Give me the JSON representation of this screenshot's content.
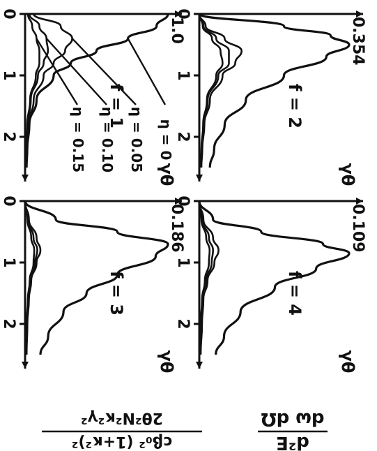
{
  "figure": {
    "ylabel_lines": [
      "d²E",
      "dω dΩ",
      "cβ₀² (1+κ²)²",
      "2θ²N²κ²γ²"
    ],
    "panels": [
      {
        "id": "f1",
        "label": "f = 1",
        "peak_label": "1.0",
        "x_axis_label": "γθ",
        "x_ticks": [
          "0",
          "1",
          "2"
        ],
        "eta_labels": [
          "η = 0",
          "η = 0.05",
          "η = 0.10",
          "η = 0.15"
        ]
      },
      {
        "id": "f2",
        "label": "f = 2",
        "peak_label": "0.354",
        "x_axis_label": "γθ",
        "x_ticks": [
          "0",
          "1",
          "2"
        ]
      },
      {
        "id": "f3",
        "label": "f = 3",
        "peak_label": "0.186",
        "x_axis_label": "γθ",
        "x_ticks": [
          "0",
          "1",
          "2"
        ]
      },
      {
        "id": "f4",
        "label": "f = 4",
        "peak_label": "0.109",
        "x_axis_label": "γθ",
        "x_ticks": [
          "0",
          "1",
          "2"
        ]
      }
    ]
  },
  "chart_data": [
    {
      "type": "line",
      "panel": "f=1",
      "xlabel": "γθ",
      "xlim": [
        0,
        2.5
      ],
      "ylim": [
        0,
        1.0
      ],
      "series": [
        {
          "name": "η = 0",
          "x": [
            0,
            0.2,
            0.4,
            0.6,
            0.8,
            1.0,
            1.4,
            1.8,
            2.2,
            2.5
          ],
          "y": [
            1.0,
            0.92,
            0.72,
            0.5,
            0.32,
            0.2,
            0.08,
            0.03,
            0.015,
            0.01
          ]
        },
        {
          "name": "η = 0.05",
          "x": [
            0,
            0.2,
            0.4,
            0.6,
            0.8,
            1.0,
            1.4,
            1.8,
            2.2,
            2.5
          ],
          "y": [
            0.06,
            0.25,
            0.33,
            0.28,
            0.2,
            0.13,
            0.06,
            0.025,
            0.012,
            0.008
          ]
        },
        {
          "name": "η = 0.10",
          "x": [
            0,
            0.2,
            0.4,
            0.6,
            0.8,
            1.0,
            1.4,
            1.8,
            2.2,
            2.5
          ],
          "y": [
            0.03,
            0.1,
            0.15,
            0.16,
            0.13,
            0.09,
            0.04,
            0.02,
            0.01,
            0.006
          ]
        },
        {
          "name": "η = 0.15",
          "x": [
            0,
            0.2,
            0.4,
            0.6,
            0.8,
            1.0,
            1.4,
            1.8,
            2.2,
            2.5
          ],
          "y": [
            0.02,
            0.05,
            0.08,
            0.1,
            0.1,
            0.075,
            0.035,
            0.015,
            0.008,
            0.005
          ]
        }
      ]
    },
    {
      "type": "line",
      "panel": "f=2",
      "xlabel": "γθ",
      "xlim": [
        0,
        2.5
      ],
      "ylim": [
        0,
        0.354
      ],
      "series": [
        {
          "name": "η = 0",
          "x": [
            0,
            0.2,
            0.35,
            0.5,
            0.7,
            1.0,
            1.4,
            1.8,
            2.2,
            2.5
          ],
          "y": [
            0.0,
            0.2,
            0.31,
            0.354,
            0.3,
            0.2,
            0.11,
            0.06,
            0.035,
            0.025
          ]
        },
        {
          "name": "η = 0.05",
          "x": [
            0,
            0.2,
            0.4,
            0.6,
            0.8,
            1.0,
            1.4,
            1.8,
            2.2,
            2.5
          ],
          "y": [
            0.0,
            0.015,
            0.06,
            0.1,
            0.085,
            0.055,
            0.025,
            0.012,
            0.007,
            0.005
          ]
        },
        {
          "name": "η = 0.10",
          "x": [
            0,
            0.2,
            0.4,
            0.6,
            0.8,
            1.0,
            1.4,
            1.8,
            2.2,
            2.5
          ],
          "y": [
            0.0,
            0.01,
            0.04,
            0.07,
            0.07,
            0.045,
            0.02,
            0.01,
            0.006,
            0.004
          ]
        },
        {
          "name": "η = 0.15",
          "x": [
            0,
            0.2,
            0.4,
            0.6,
            0.8,
            1.0,
            1.4,
            1.8,
            2.2,
            2.5
          ],
          "y": [
            0.0,
            0.008,
            0.03,
            0.05,
            0.055,
            0.04,
            0.018,
            0.009,
            0.005,
            0.003
          ]
        }
      ]
    },
    {
      "type": "line",
      "panel": "f=3",
      "xlabel": "γθ",
      "xlim": [
        0,
        2.5
      ],
      "ylim": [
        0,
        0.186
      ],
      "series": [
        {
          "name": "η = 0",
          "x": [
            0,
            0.3,
            0.5,
            0.7,
            0.9,
            1.2,
            1.5,
            1.8,
            2.2,
            2.5
          ],
          "y": [
            0.0,
            0.04,
            0.12,
            0.186,
            0.17,
            0.12,
            0.08,
            0.05,
            0.03,
            0.02
          ]
        },
        {
          "name": "η = 0.05",
          "x": [
            0,
            0.3,
            0.6,
            0.8,
            1.0,
            1.3,
            1.6,
            2.0,
            2.5
          ],
          "y": [
            0.0,
            0.005,
            0.015,
            0.02,
            0.015,
            0.008,
            0.005,
            0.003,
            0.002
          ]
        },
        {
          "name": "η = 0.10",
          "x": [
            0,
            0.3,
            0.6,
            0.8,
            1.0,
            1.3,
            1.6,
            2.0,
            2.5
          ],
          "y": [
            0.0,
            0.004,
            0.011,
            0.016,
            0.013,
            0.007,
            0.004,
            0.002,
            0.0015
          ]
        },
        {
          "name": "η = 0.15",
          "x": [
            0,
            0.3,
            0.6,
            0.8,
            1.0,
            1.3,
            1.6,
            2.0,
            2.5
          ],
          "y": [
            0.0,
            0.003,
            0.008,
            0.012,
            0.011,
            0.006,
            0.0035,
            0.002,
            0.001
          ]
        }
      ]
    },
    {
      "type": "line",
      "panel": "f=4",
      "xlabel": "γθ",
      "xlim": [
        0,
        2.5
      ],
      "ylim": [
        0,
        0.109
      ],
      "series": [
        {
          "name": "η = 0",
          "x": [
            0,
            0.3,
            0.5,
            0.7,
            0.85,
            1.1,
            1.4,
            1.8,
            2.2,
            2.5
          ],
          "y": [
            0.0,
            0.01,
            0.045,
            0.09,
            0.109,
            0.085,
            0.055,
            0.03,
            0.018,
            0.012
          ]
        },
        {
          "name": "η = 0.05",
          "x": [
            0,
            0.3,
            0.6,
            0.8,
            1.0,
            1.3,
            1.6,
            2.0,
            2.5
          ],
          "y": [
            0.0,
            0.003,
            0.01,
            0.014,
            0.011,
            0.006,
            0.003,
            0.002,
            0.001
          ]
        },
        {
          "name": "η = 0.10",
          "x": [
            0,
            0.3,
            0.6,
            0.8,
            1.0,
            1.3,
            1.6,
            2.0,
            2.5
          ],
          "y": [
            0.0,
            0.002,
            0.007,
            0.01,
            0.009,
            0.005,
            0.0025,
            0.0015,
            0.0008
          ]
        },
        {
          "name": "η = 0.15",
          "x": [
            0,
            0.3,
            0.6,
            0.8,
            1.0,
            1.3,
            1.6,
            2.0,
            2.5
          ],
          "y": [
            0.0,
            0.0015,
            0.005,
            0.0075,
            0.007,
            0.004,
            0.002,
            0.001,
            0.0006
          ]
        }
      ]
    }
  ]
}
